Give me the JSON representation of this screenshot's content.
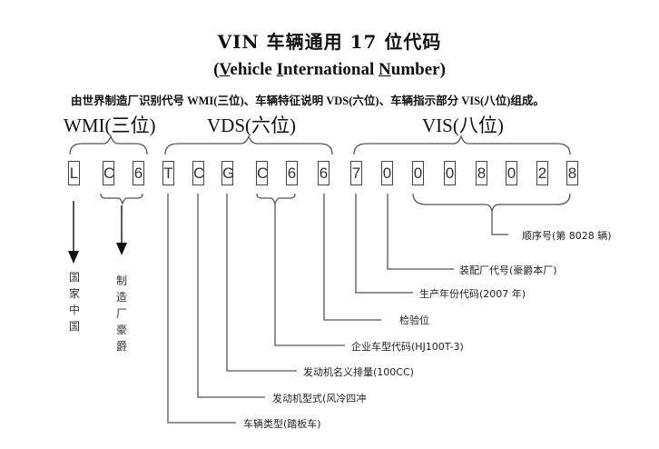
{
  "title": "VIN  车辆通用 17 位代码",
  "subtitle": {
    "open": "(",
    "v": "V",
    "v_rest": "ehicle ",
    "i": "I",
    "i_rest": "nternational ",
    "n": "N",
    "n_rest": "umber)"
  },
  "description": "由世界制造厂识别代号 WMI(三位)、车辆特征说明 VDS(六位)、车辆指示部分 VIS(八位)组成。",
  "groups": {
    "wmi": "WMI(三位)",
    "vds": "VDS(六位)",
    "vis": "VIS(八位)"
  },
  "vin_chars": [
    "L",
    "C",
    "6",
    "T",
    "C",
    "G",
    "C",
    "6",
    "6",
    "7",
    "0",
    "0",
    "0",
    "8",
    "0",
    "2",
    "8"
  ],
  "vertical_labels": {
    "country": [
      "国",
      "家",
      "中",
      "国"
    ],
    "manufacturer": [
      "制",
      "造",
      "厂",
      "豪",
      "爵"
    ]
  },
  "annotations": {
    "sequence": "顺序号(第 8028 辆)",
    "assembly_plant": "装配厂代号(豪爵本厂)",
    "model_year": "生产年份代码(2007 年)",
    "check_digit": "检验位",
    "model_code": "企业车型代码(HJ100T-3)",
    "displacement": "发动机名义排量(100CC)",
    "engine_type": "发动机型式(风冷四冲",
    "vehicle_type": "车辆类型(踏板车)"
  },
  "colors": {
    "line": "#444444",
    "text": "#111111",
    "background": "#ffffff"
  }
}
